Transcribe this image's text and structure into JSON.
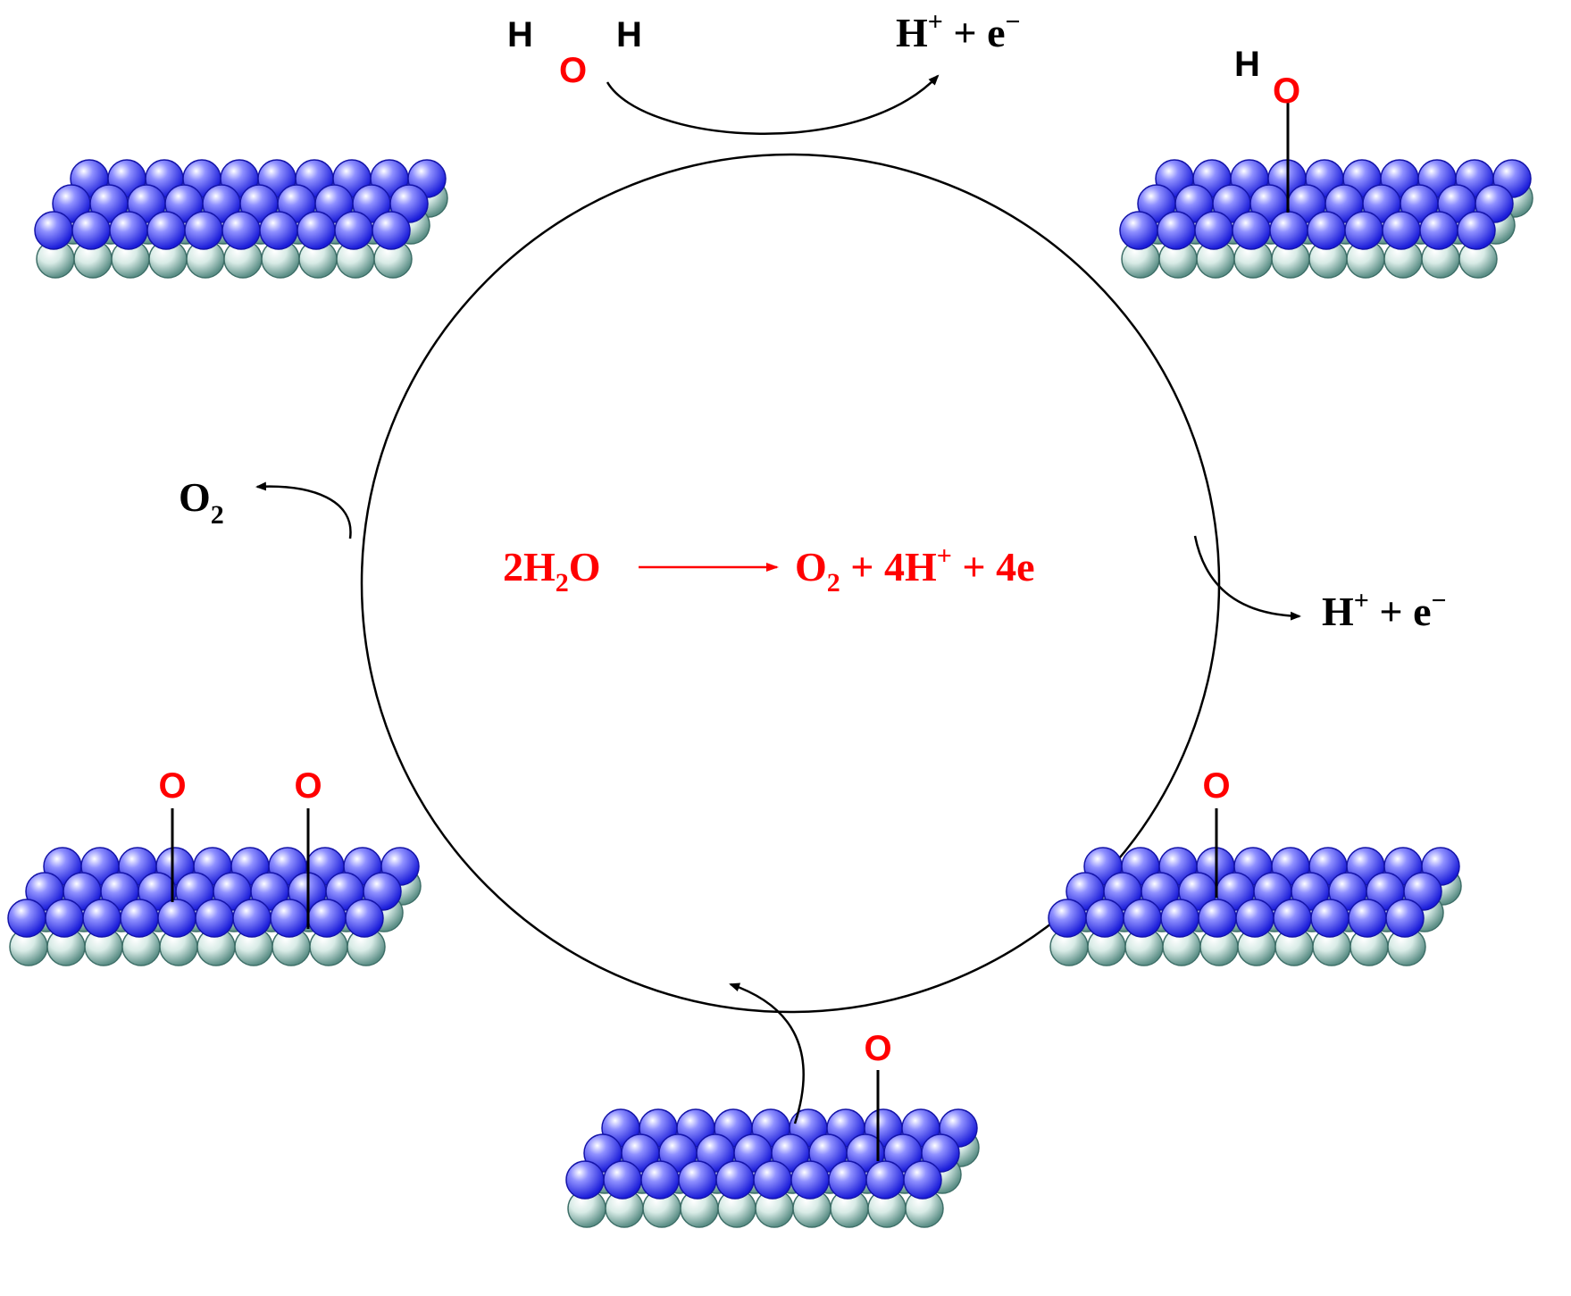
{
  "equation": {
    "reactant_coef": "2",
    "reactant_h": "H",
    "reactant_sub": "2",
    "reactant_o": "O",
    "product_o": "O",
    "product_o_sub": "2",
    "product_rest": " + 4H",
    "product_plus_sup": "+",
    "product_tail": " + 4e",
    "color": "#ff0000"
  },
  "water": {
    "h_left": "H",
    "o": "O",
    "h_right": "H"
  },
  "hydroxyl": {
    "h": "H",
    "o": "O"
  },
  "oxygen_label": "O",
  "released_top": {
    "h": "H",
    "plus": "+",
    "rest": " + e",
    "minus": "−"
  },
  "released_right": {
    "h": "H",
    "plus": "+",
    "rest": " + e",
    "minus": "−"
  },
  "released_o2": {
    "o": "O",
    "sub": "2"
  },
  "colors": {
    "top_layer": "#2a2cff",
    "bottom_layer": "#6aa39a",
    "oxygen_text": "#ff0000",
    "line": "#000000"
  },
  "slabs": [
    {
      "name": "bare-surface-slab",
      "adsorbates": 0
    },
    {
      "name": "oh-surface-slab",
      "adsorbates": 1
    },
    {
      "name": "o-surface-slab",
      "adsorbates": 1
    },
    {
      "name": "ooh-surface-slab",
      "adsorbates": 1
    },
    {
      "name": "double-o-surface-slab",
      "adsorbates": 2
    }
  ]
}
